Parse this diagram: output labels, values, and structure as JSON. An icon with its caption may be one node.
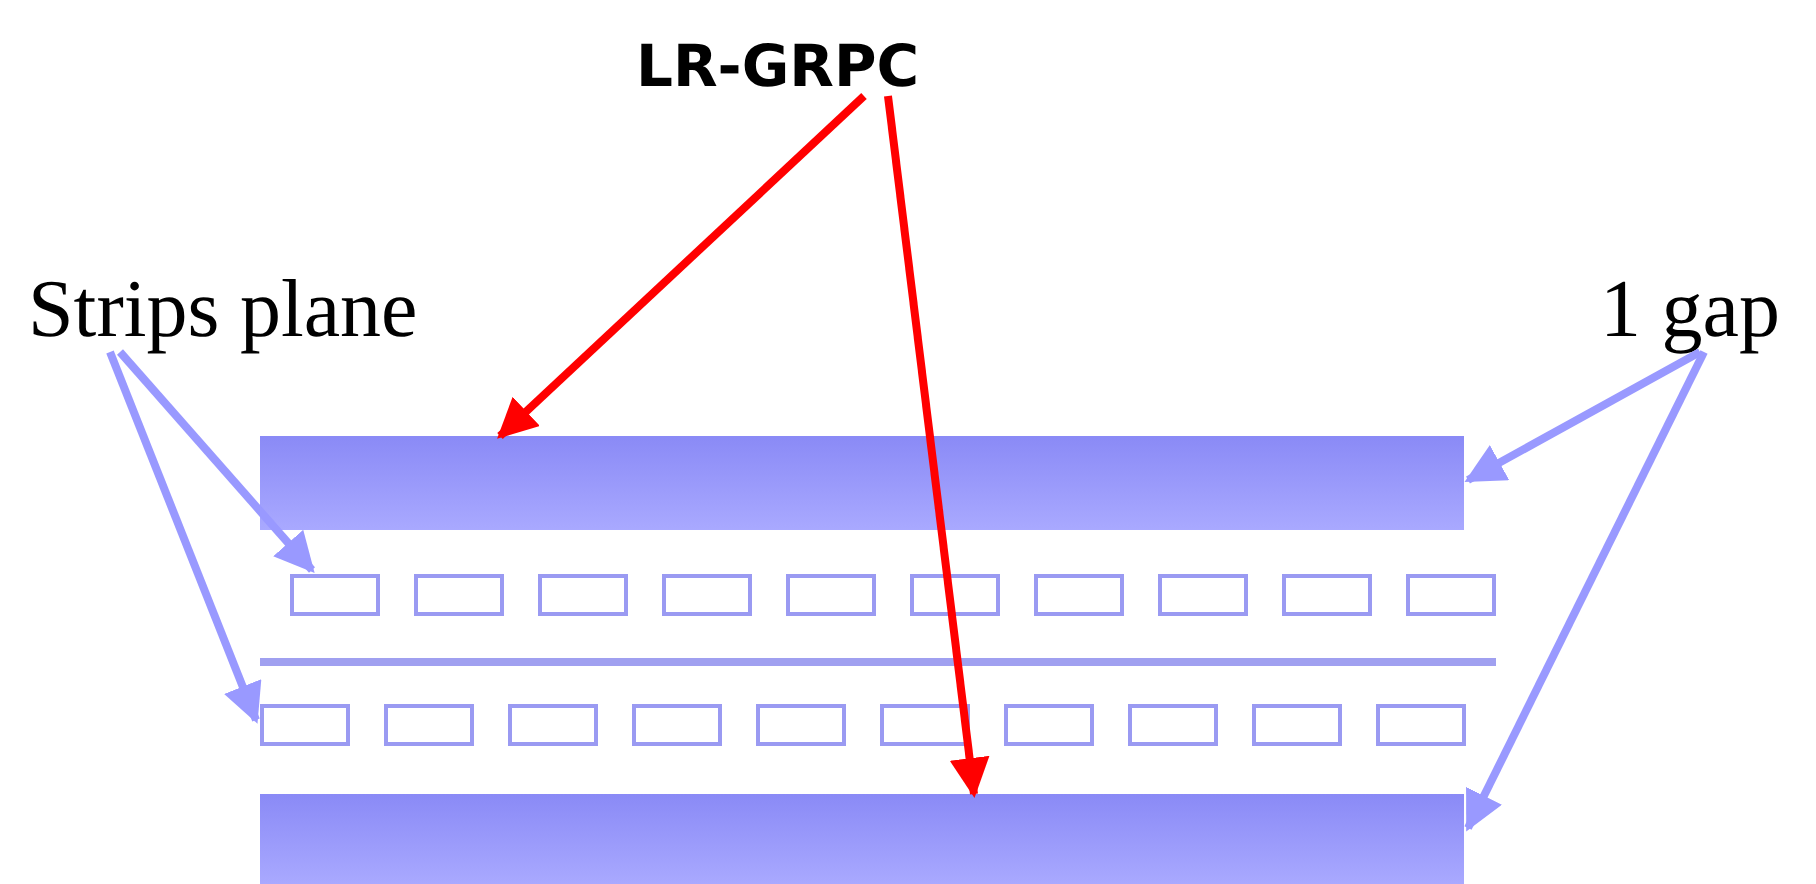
{
  "diagram": {
    "nodes": [
      {
        "text": [
          "LR-GRPC"
        ]
      },
      {
        "text": [
          "Strips plane"
        ]
      },
      {
        "text": [
          "1 gap"
        ]
      },
      {
        "text": [],
        "shape": "bar"
      },
      {
        "text": [],
        "shape": "box"
      },
      {
        "text": [],
        "shape": "box"
      },
      {
        "text": [],
        "shape": "box"
      },
      {
        "text": [],
        "shape": "box"
      },
      {
        "text": [],
        "shape": "box"
      },
      {
        "text": [],
        "shape": "box"
      },
      {
        "text": [],
        "shape": "box"
      },
      {
        "text": [],
        "shape": "box"
      },
      {
        "text": [],
        "shape": "box"
      },
      {
        "text": [],
        "shape": "box"
      },
      {
        "text": [],
        "shape": "box"
      },
      {
        "text": [],
        "shape": "box"
      },
      {
        "text": [],
        "shape": "box"
      },
      {
        "text": [],
        "shape": "box"
      },
      {
        "text": [],
        "shape": "box"
      },
      {
        "text": [],
        "shape": "box"
      },
      {
        "text": [],
        "shape": "box"
      },
      {
        "text": [],
        "shape": "box"
      },
      {
        "text": [],
        "shape": "box"
      },
      {
        "text": [],
        "shape": "box"
      },
      {
        "text": [],
        "shape": "bar"
      }
    ],
    "edges": [
      {
        "from": 0,
        "to": 3,
        "arrow": "to",
        "color": "#ff0000"
      },
      {
        "from": 0,
        "to": 24,
        "arrow": "to",
        "color": "#ff0000"
      },
      {
        "from": 1,
        "to": 4,
        "arrow": "to"
      },
      {
        "from": 1,
        "to": 14,
        "arrow": "to"
      },
      {
        "from": 2,
        "to": 3,
        "arrow": "to"
      },
      {
        "from": 2,
        "to": 24,
        "arrow": "to"
      }
    ]
  }
}
